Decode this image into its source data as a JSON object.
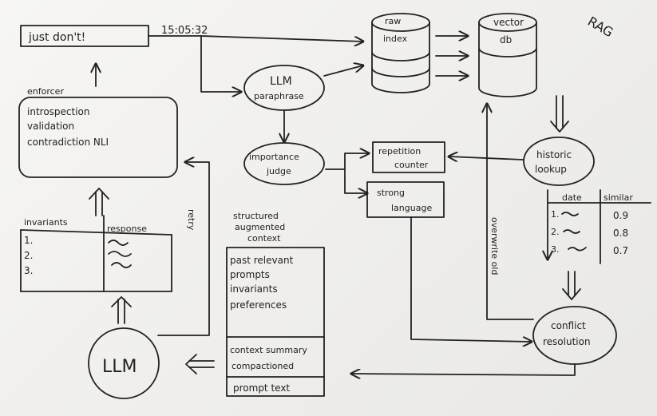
{
  "input_box": {
    "text": "just don't!"
  },
  "timestamp": "15:05:32",
  "rag_label": "RAG",
  "raw_index": {
    "line1": "raw",
    "line2": "index"
  },
  "vector_db": {
    "line1": "vector",
    "line2": "db"
  },
  "llm_paraphrase": {
    "line1": "LLM",
    "line2": "paraphrase"
  },
  "importance_judge": {
    "line1": "importance",
    "line2": "judge"
  },
  "repetition_counter": {
    "line1": "repetition",
    "line2": "counter"
  },
  "strong_language": {
    "line1": "strong",
    "line2": "language"
  },
  "historic_lookup": {
    "line1": "historic",
    "line2": "lookup"
  },
  "enforcer": {
    "label": "enforcer",
    "items": [
      "introspection",
      "validation",
      "contradiction NLI"
    ]
  },
  "invariants_table": {
    "header_left": "invariants",
    "header_right": "response",
    "rows": [
      "1.",
      "2.",
      "3."
    ]
  },
  "retry_label": "retry",
  "structured_context": {
    "title_lines": [
      "structured",
      "augmented",
      "context"
    ],
    "section1": [
      "past relevant",
      "prompts",
      "invariants",
      "preferences"
    ],
    "section2": [
      "context summary",
      "compactioned"
    ],
    "section3": [
      "prompt text"
    ]
  },
  "llm_main": {
    "label": "LLM"
  },
  "history_table": {
    "header_date": "date",
    "header_similar": "similar",
    "rows": [
      {
        "index": "1.",
        "similar": "0.9"
      },
      {
        "index": "2.",
        "similar": "0.8"
      },
      {
        "index": "3.",
        "similar": "0.7"
      }
    ]
  },
  "overwrite_label": "overwrite old",
  "conflict_resolution": {
    "line1": "conflict",
    "line2": "resolution"
  }
}
